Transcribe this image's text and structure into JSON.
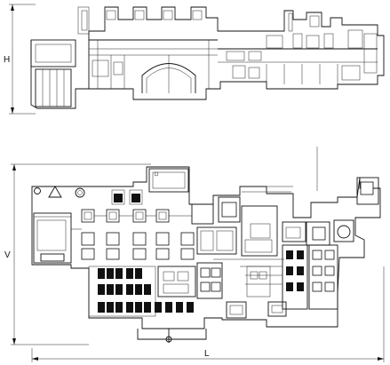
{
  "dimensions": {
    "height_label": "H",
    "vertical_label": "V",
    "length_label": "L"
  },
  "views": {
    "side": "side-elevation",
    "top": "plan-view"
  },
  "colors": {
    "line": "#111111",
    "background": "#ffffff"
  }
}
